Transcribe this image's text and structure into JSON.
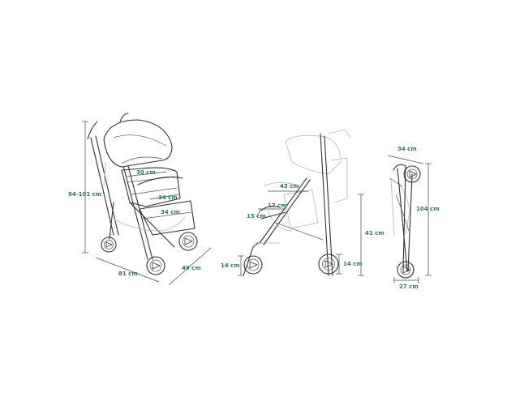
{
  "colors": {
    "label": "#2e7d4f",
    "line": "#333333",
    "ghost": "#bdbdbd",
    "background": "#ffffff"
  },
  "views": {
    "front_angled": {
      "labels": {
        "height": "94-101 cm",
        "seat_width": "30 cm",
        "seat_depth": "34 cm",
        "backrest": "34 cm",
        "width": "81 cm",
        "depth": "49 cm"
      }
    },
    "side": {
      "labels": {
        "length": "43 cm",
        "seat_height": "41 cm",
        "seat": "17 cm",
        "footrest": "15 cm",
        "front_wheel": "14 cm",
        "rear_wheel": "14 cm"
      }
    },
    "folded": {
      "labels": {
        "depth": "34 cm",
        "height": "104 cm",
        "width": "27 cm"
      }
    }
  }
}
